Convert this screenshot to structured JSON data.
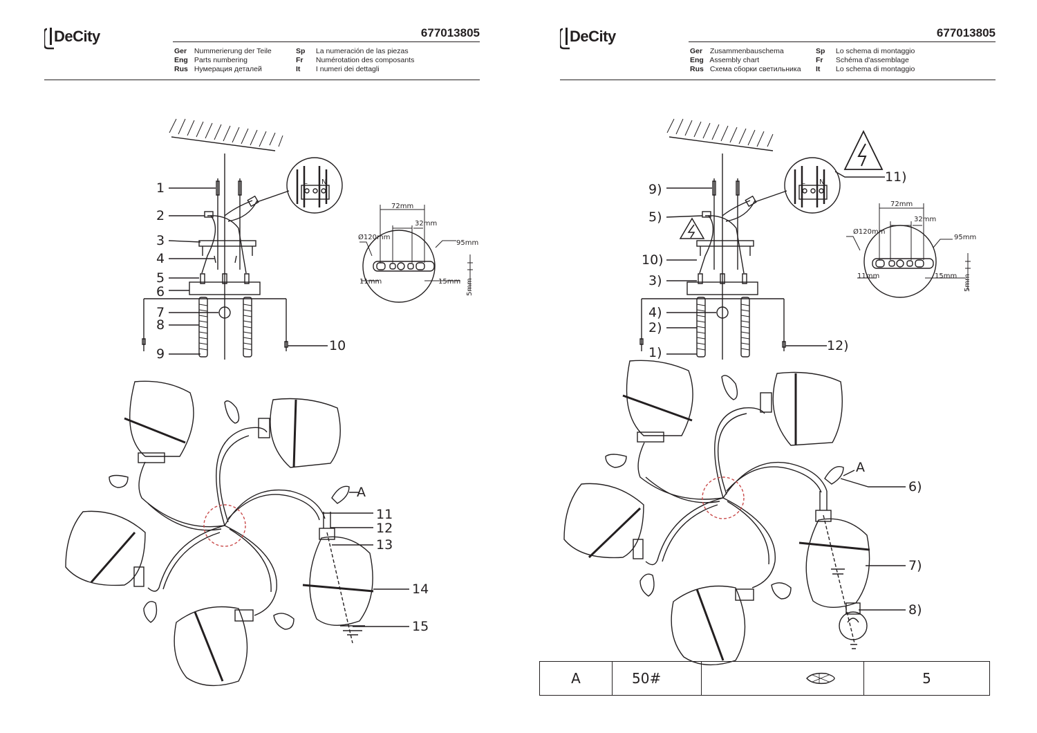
{
  "left_page": {
    "brand": {
      "de": "De",
      "city": "City"
    },
    "article_number": "677013805",
    "titles": [
      {
        "lang": "Ger",
        "text": "Nummerierung der Teile"
      },
      {
        "lang": "Eng",
        "text": "Parts numbering"
      },
      {
        "lang": "Rus",
        "text": "Нумерация деталей"
      },
      {
        "lang": "Sp",
        "text": "La numeración de las piezas"
      },
      {
        "lang": "Fr",
        "text": "Numérotation des composants"
      },
      {
        "lang": "It",
        "text": "I numeri dei dettagli"
      }
    ],
    "part_labels_top": [
      "1",
      "2",
      "3",
      "4",
      "5",
      "6",
      "7",
      "8",
      "9",
      "10"
    ],
    "part_labels_bottom": [
      "A",
      "11",
      "12",
      "13",
      "14",
      "15"
    ],
    "terminal": {
      "L": "L",
      "N": "N"
    },
    "dimensions": {
      "d72": "72mm",
      "d32": "32mm",
      "d120": "Ø120mm",
      "d95": "95mm",
      "d11": "11mm",
      "d15": "15mm",
      "d5": "5mm"
    }
  },
  "right_page": {
    "brand": {
      "de": "De",
      "city": "City"
    },
    "article_number": "677013805",
    "titles": [
      {
        "lang": "Ger",
        "text": "Zusammenbauschema"
      },
      {
        "lang": "Eng",
        "text": "Assembly chart"
      },
      {
        "lang": "Rus",
        "text": "Схема сборки светильника"
      },
      {
        "lang": "Sp",
        "text": "Lo schema di montaggio"
      },
      {
        "lang": "Fr",
        "text": "Schéma d'assemblage"
      },
      {
        "lang": "It",
        "text": "Lo schema di montaggio"
      }
    ],
    "step_labels_top": [
      "9)",
      "5)",
      "10)",
      "3)",
      "4)",
      "2)",
      "1)",
      "11)",
      "12)"
    ],
    "step_labels_bottom": [
      "A",
      "6)",
      "7)",
      "8)"
    ],
    "terminal": {
      "L": "L",
      "N": "N"
    },
    "dimensions": {
      "d72": "72mm",
      "d32": "32mm",
      "d120": "Ø120mm",
      "d95": "95mm",
      "d11": "11mm",
      "d15": "15mm",
      "d5": "5mm"
    },
    "legend_row": {
      "code": "A",
      "part": "50#",
      "icon": "crystal-pendant-icon",
      "qty": "5"
    }
  }
}
